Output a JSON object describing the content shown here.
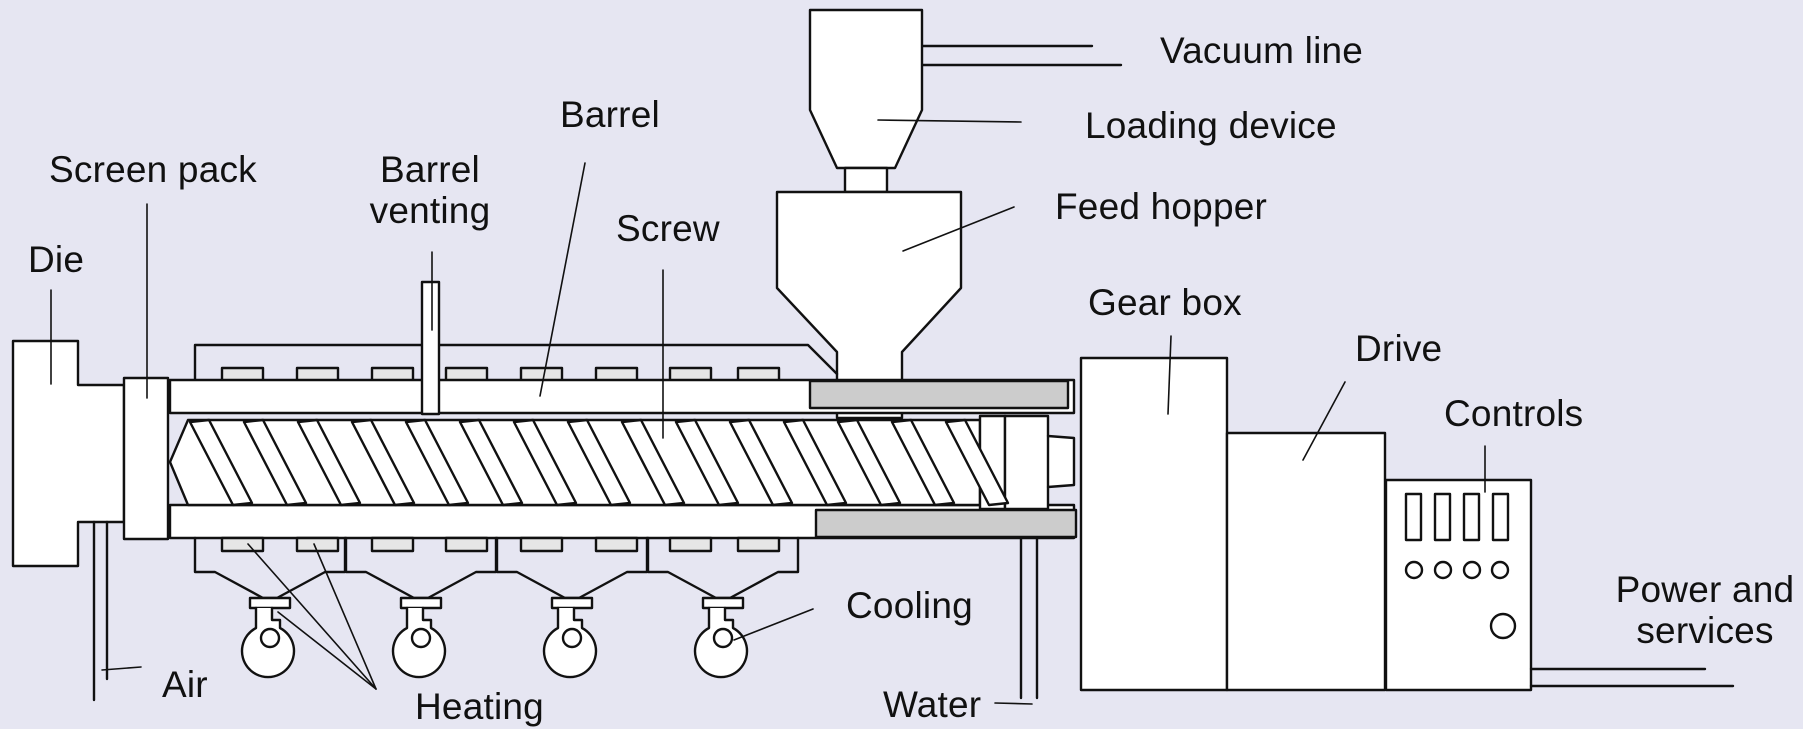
{
  "labels": {
    "vacuum_line": "Vacuum line",
    "loading_device": "Loading device",
    "feed_hopper": "Feed hopper",
    "barrel": "Barrel",
    "screen_pack": "Screen pack",
    "barrel_venting_1": "Barrel",
    "barrel_venting_2": "venting",
    "screw": "Screw",
    "die": "Die",
    "gear_box": "Gear box",
    "drive": "Drive",
    "controls": "Controls",
    "cooling": "Cooling",
    "power_services_1": "Power and",
    "power_services_2": "services",
    "air": "Air",
    "heating": "Heating",
    "water": "Water"
  },
  "colors": {
    "background": "#e6e6f2",
    "stroke": "#111111",
    "fill": "#ffffff",
    "shaded": "#cccccc"
  }
}
